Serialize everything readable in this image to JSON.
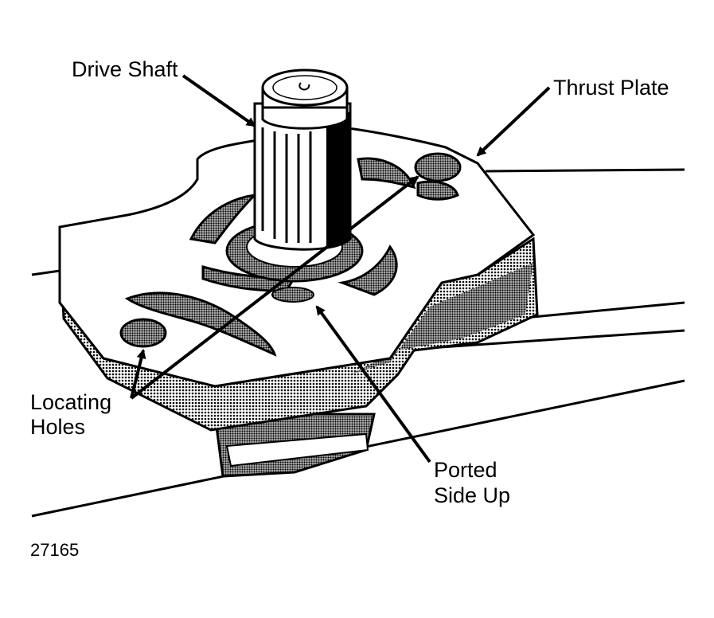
{
  "labels": {
    "drive_shaft": "Drive Shaft",
    "thrust_plate": "Thrust Plate",
    "locating_holes_line1": "Locating",
    "locating_holes_line2": "Holes",
    "ported_line1": "Ported",
    "ported_line2": "Side Up"
  },
  "figure_number": "27165",
  "colors": {
    "ink": "#000000",
    "paper": "#ffffff",
    "shade": "#7a7a7a",
    "dark": "#3a3a3a"
  }
}
